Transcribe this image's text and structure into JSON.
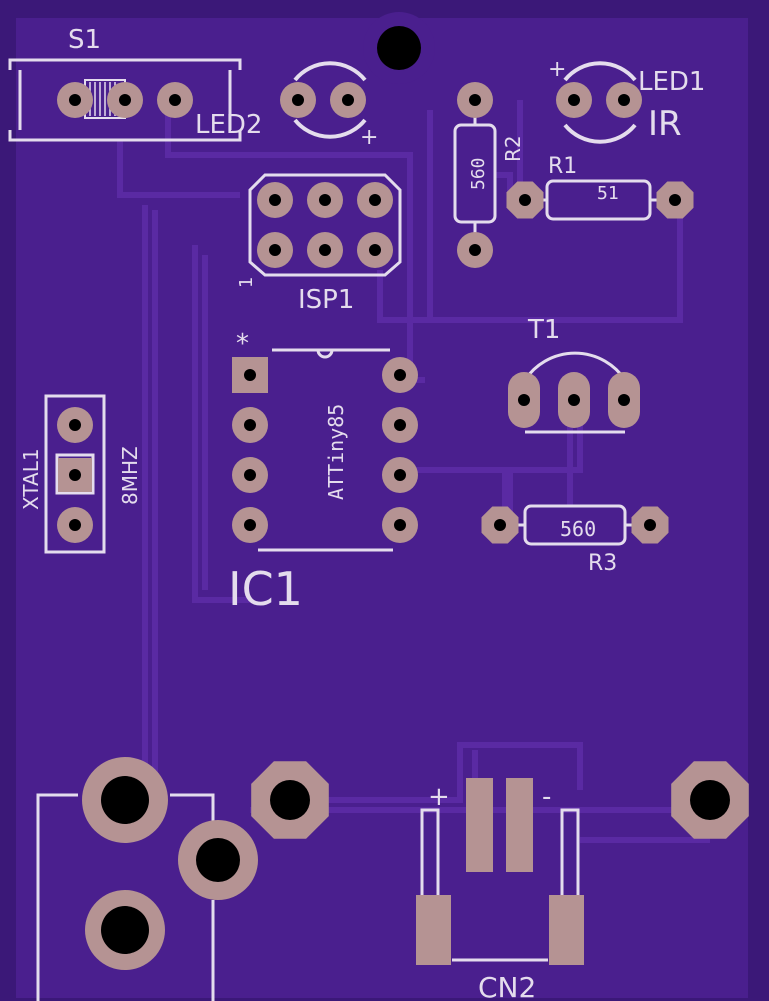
{
  "colors": {
    "background": "#3b1878",
    "board_fill": "#4a1f8e",
    "trace": "#5a2aa3",
    "silkscreen": "#e4dced",
    "pad_copper": "#b59393",
    "pad_hole": "#000000"
  },
  "labels": {
    "s1": "S1",
    "led2": "LED2",
    "led2_plus": "+",
    "led1": "LED1",
    "led1_plus": "+",
    "ir": "IR",
    "r2": "R2",
    "r2_value": "560",
    "r1": "R1",
    "r1_value": "51",
    "isp1": "ISP1",
    "isp_pin1": "1",
    "t1": "T1",
    "ic_marker": "*",
    "ic_part": "ATTiny85",
    "xtal1": "XTAL1",
    "xtal_freq": "8MHZ",
    "r3_value": "560",
    "r3": "R3",
    "ic1": "IC1",
    "cn2_plus": "+",
    "cn2_minus": "-",
    "cn2": "CN2"
  }
}
